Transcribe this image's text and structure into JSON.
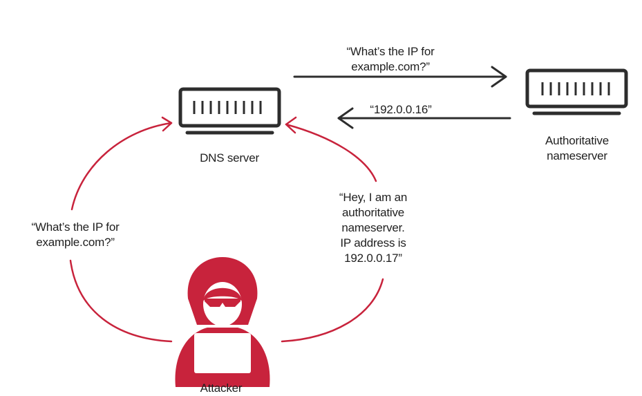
{
  "nodes": {
    "dns_server": {
      "label": "DNS server",
      "icon": "server-icon"
    },
    "authoritative": {
      "label_lines": [
        "Authoritative",
        "nameserver"
      ],
      "icon": "server-icon"
    },
    "attacker": {
      "label": "Attacker",
      "icon": "hooded-hacker-icon"
    }
  },
  "messages": {
    "query_to_authoritative": [
      "“What’s the IP for",
      "example.com?”"
    ],
    "reply_from_authoritative": "“192.0.0.16”",
    "query_from_attacker": [
      "“What’s the IP for",
      "example.com?”"
    ],
    "spoofed_reply": [
      "“Hey, I am an",
      "authoritative",
      "nameserver.",
      "IP address is",
      "192.0.0.17”"
    ]
  },
  "colors": {
    "legit_arrow": "#2d2d2d",
    "attack_arrow": "#c8233c",
    "attacker_fill": "#c8233c",
    "text": "#1f1f1f"
  }
}
